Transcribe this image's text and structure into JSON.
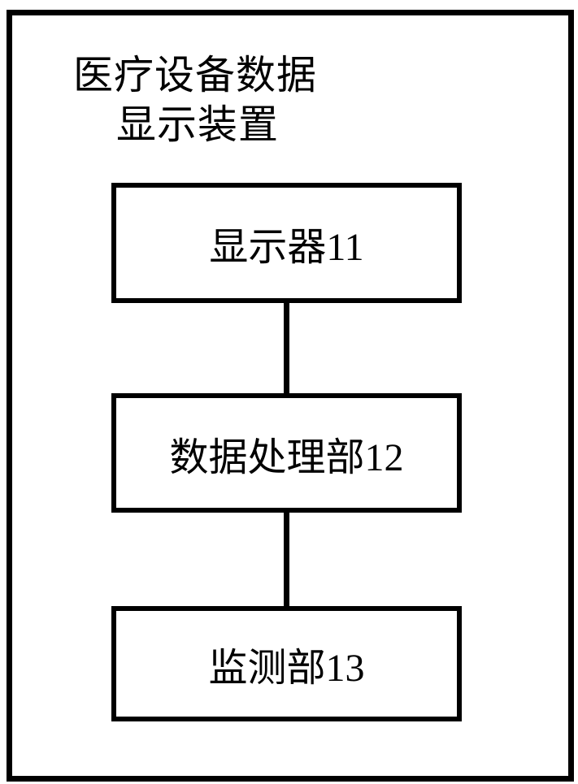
{
  "diagram": {
    "title": {
      "line1": "医疗设备数据",
      "line2": "显示装置"
    },
    "boxes": [
      {
        "id": "display",
        "label": "显示器11"
      },
      {
        "id": "data-processor",
        "label": "数据处理部12"
      },
      {
        "id": "monitor",
        "label": "监测部13"
      }
    ],
    "connections": [
      {
        "from": "display",
        "to": "data-processor"
      },
      {
        "from": "data-processor",
        "to": "monitor"
      }
    ],
    "colors": {
      "line": "#000000",
      "text": "#000000",
      "background": "#ffffff"
    }
  }
}
